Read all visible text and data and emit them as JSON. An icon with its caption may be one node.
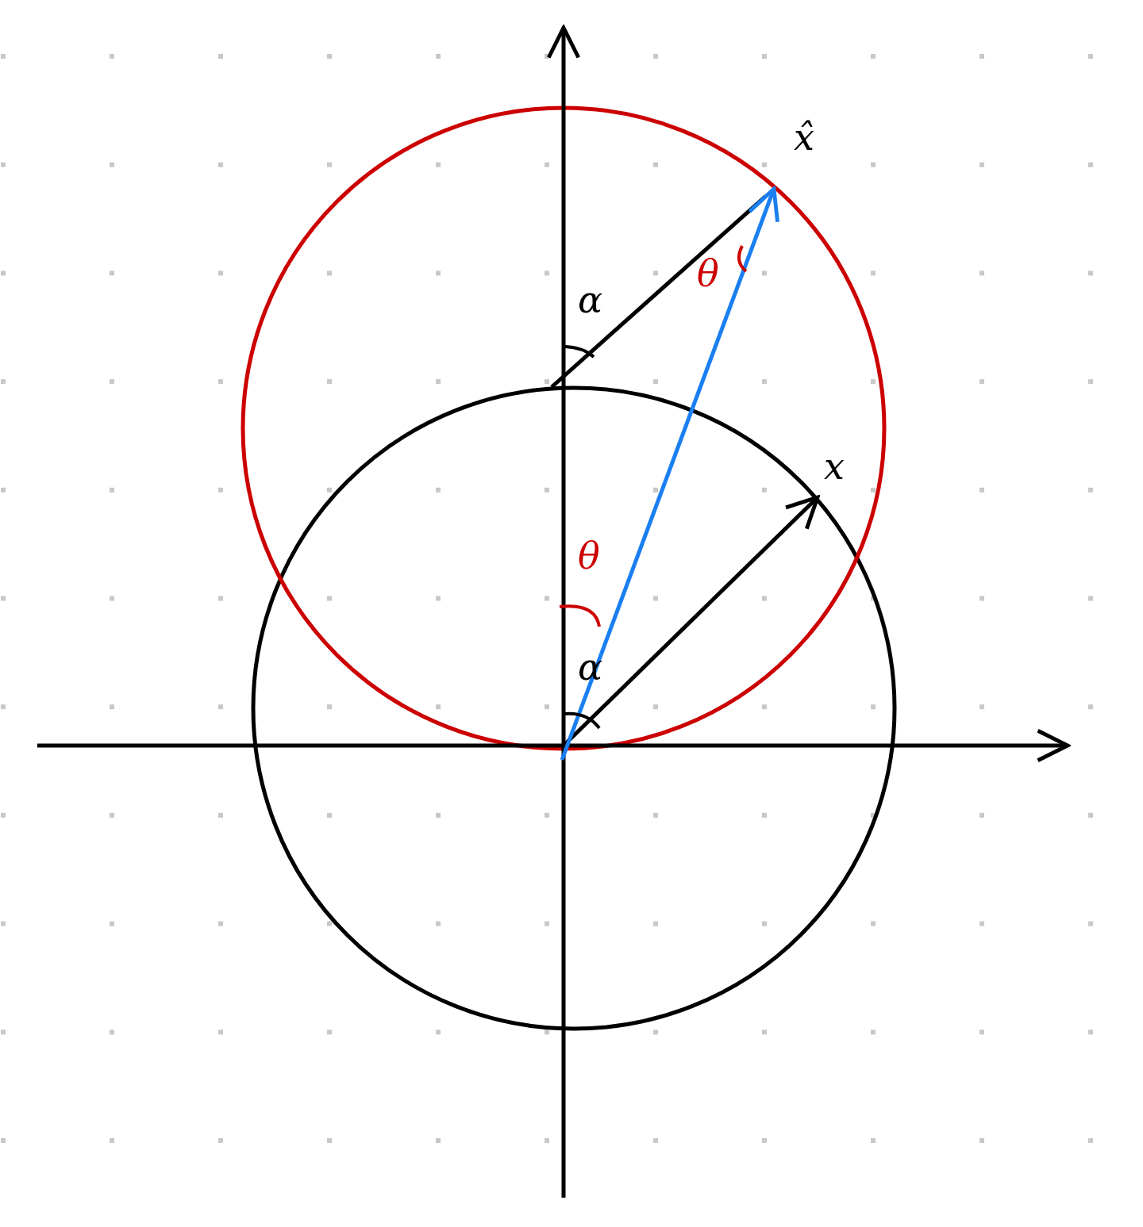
{
  "diagram": {
    "labels": [
      "x̂",
      "θ",
      "α",
      "x",
      "θ",
      "α"
    ]
  }
}
